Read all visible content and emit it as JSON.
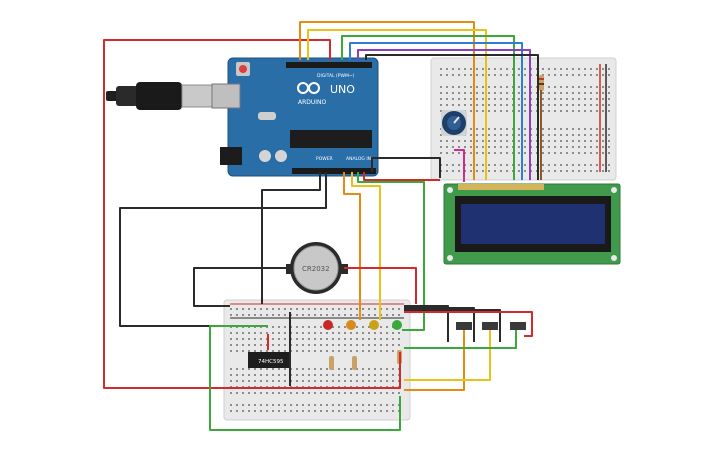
{
  "board": {
    "brand": "ARDUINO",
    "model": "UNO",
    "digital_label": "DIGITAL (PWM~)",
    "power_label": "POWER",
    "analog_label": "ANALOG IN"
  },
  "components": {
    "shift_register_label": "74HC595",
    "battery_label": "CR2032"
  },
  "wire_colors": {
    "red": "#d32b2b",
    "black": "#2b2b2b",
    "orange": "#e58a12",
    "yellow": "#e8c21a",
    "green": "#3aa83a",
    "blue": "#2e7fd4",
    "purple": "#8a3fc0",
    "magenta": "#d12c8c",
    "brown": "#8b5a2b"
  },
  "colors": {
    "arduino_board": "#2a6ea8",
    "breadboard": "#e9e9e9",
    "lcd_pcb": "#3f9a4b",
    "lcd_screen": "#1f3170",
    "led_red": "#c62828",
    "led_orange": "#d98b19",
    "led_yellow": "#c9a21a",
    "led_green": "#3aa83a"
  }
}
